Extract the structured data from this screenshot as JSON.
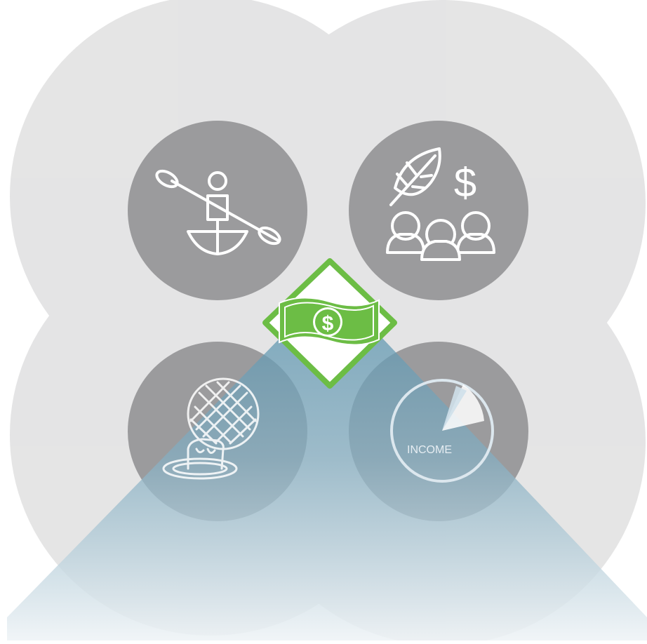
{
  "diagram": {
    "center_symbol": "$",
    "center_icon": "money-bill-icon",
    "quadrants": [
      {
        "id": "recreation",
        "icon": "kayaker-icon"
      },
      {
        "id": "community",
        "icon": "leaf-dollar-people-icon",
        "symbol": "$"
      },
      {
        "id": "infrastructure",
        "icon": "water-spout-grate-icon"
      },
      {
        "id": "income",
        "icon": "income-gauge-icon",
        "label": "INCOME"
      }
    ]
  },
  "colors": {
    "big_circle": "#e2e2e2",
    "icon_circle": "#9e9ea0",
    "green": "#6cbd45",
    "beam_top": "#5b94ae",
    "beam_bottom": "#eef3f6",
    "icon_line": "#ffffff"
  }
}
